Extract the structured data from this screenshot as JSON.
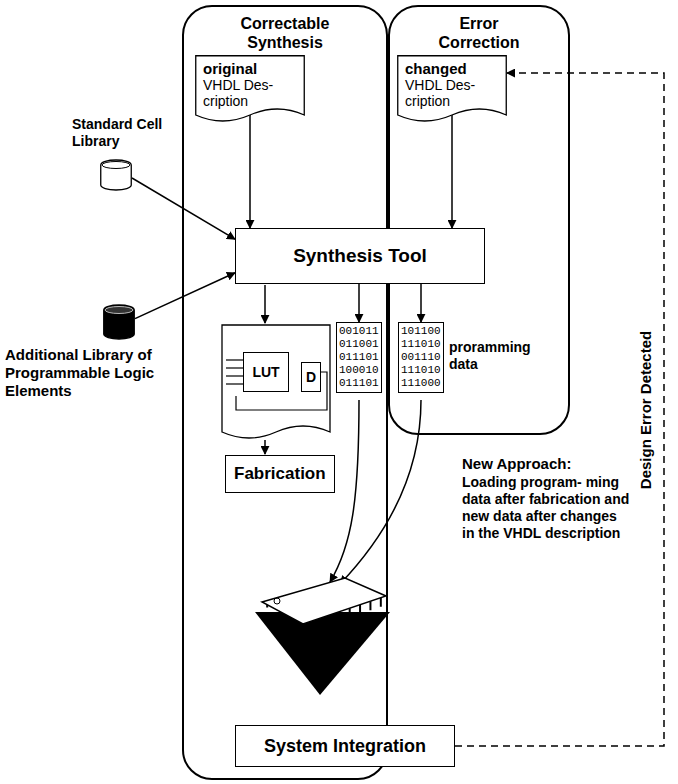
{
  "diagram": {
    "nodes": [
      {
        "text": [
          "Correctable Synthesis"
        ]
      },
      {
        "text": [
          "Error Correction"
        ]
      },
      {
        "text": [
          "original",
          "VHDL Des- cription"
        ],
        "in": 0
      },
      {
        "text": [
          "changed",
          "VHDL Des- cription"
        ],
        "in": 1
      },
      {
        "text": [
          "Standard Cell Library"
        ]
      },
      {
        "text": [
          "Synthesis Tool"
        ]
      },
      {
        "text": [
          "Additional Library of Programmable Logic Elements"
        ]
      },
      {
        "text": [
          "LUT"
        ],
        "in": 0
      },
      {
        "text": [
          "D"
        ],
        "in": 0
      },
      {
        "text": [
          "001011 011001 011101 100010 011101"
        ],
        "in": 0
      },
      {
        "text": [
          "101100 111010 001110 111010 111000",
          "proramming data"
        ],
        "in": 1
      },
      {
        "text": [
          "Fabrication"
        ],
        "in": 0
      },
      {
        "text": [
          "System Integration"
        ]
      }
    ],
    "edges": [
      {
        "from": 2,
        "to": 5,
        "arrow": "to"
      },
      {
        "from": 3,
        "to": 5,
        "arrow": "to"
      },
      {
        "from": 4,
        "to": 5,
        "arrow": "to"
      },
      {
        "from": 6,
        "to": 5,
        "arrow": "to"
      },
      {
        "from": 5,
        "to": 9,
        "arrow": "to"
      },
      {
        "from": 5,
        "to": 10,
        "arrow": "to"
      },
      {
        "from": 7,
        "to": 8,
        "arrow": "none"
      },
      {
        "from": 12,
        "to": 3,
        "arrow": "to",
        "label": "Design Error Detected"
      }
    ],
    "labels": [
      "New Approach:",
      "Loading program- ming data after fabrication and new data after changes in the VHDL description"
    ]
  }
}
